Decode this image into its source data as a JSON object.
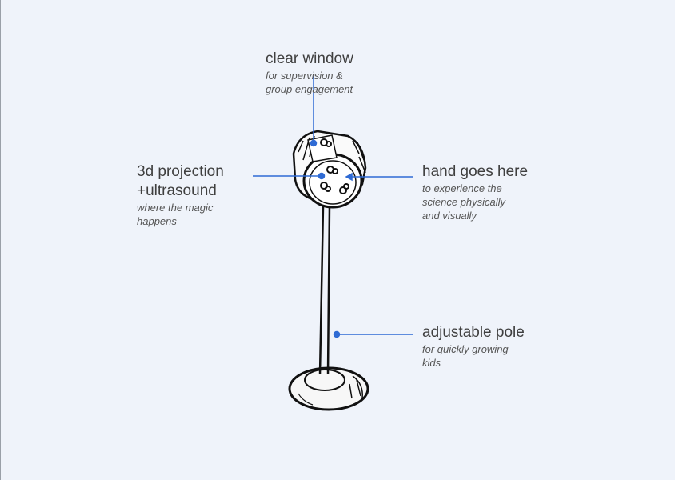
{
  "callouts": [
    {
      "title": "clear window",
      "subtitle": [
        "for supervision &",
        "group engagement"
      ]
    },
    {
      "title": [
        "3d projection",
        "+ultrasound"
      ],
      "subtitle": [
        "where the magic",
        "happens"
      ]
    },
    {
      "title": "hand goes here",
      "subtitle": [
        "to experience the",
        "science physically",
        "and visually"
      ]
    },
    {
      "title": "adjustable pole",
      "subtitle": [
        "for quickly growing",
        "kids"
      ]
    }
  ],
  "colors": {
    "accent": "#2f6bd4",
    "background": "#eff3fa"
  }
}
